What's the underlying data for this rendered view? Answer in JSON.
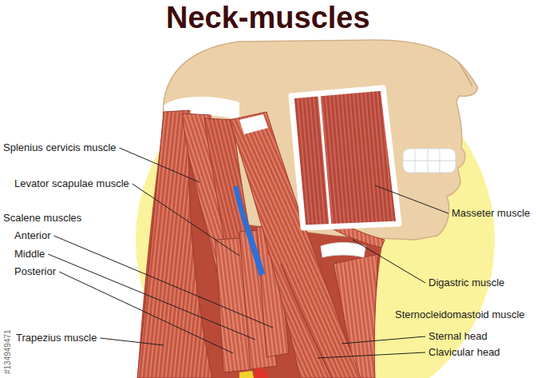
{
  "diagram": {
    "title": "Neck-muscles",
    "labels": [
      "Splenius cervicis muscle",
      "Levator scapulae muscle",
      "Scalene muscles",
      "Anterior",
      "Middle",
      "Posterior",
      "Trapezius muscle",
      "Masseter muscle",
      "Digastric muscle",
      "Sternocleidomastoid muscle",
      "Sternal head",
      "Clavicular head",
      "#134949471"
    ]
  }
}
